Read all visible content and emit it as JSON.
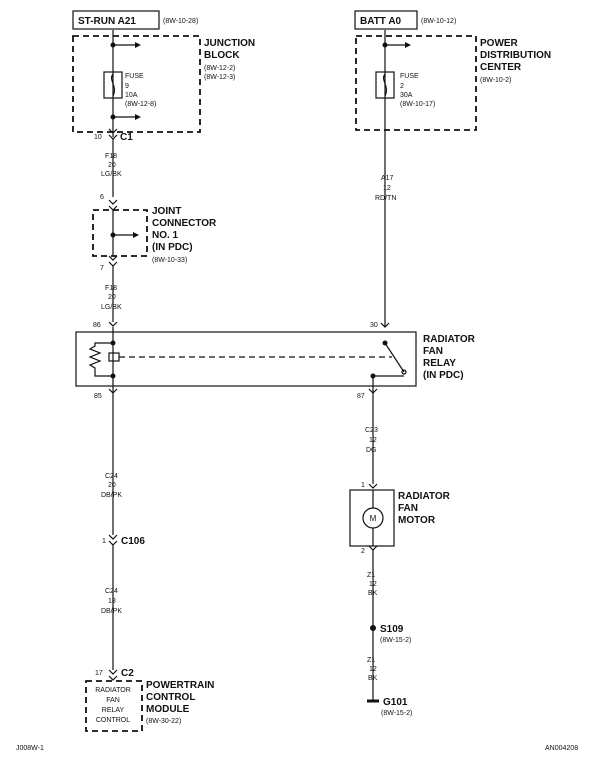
{
  "circuits": {
    "st_run": {
      "label": "ST-RUN A21",
      "ref": "(8W-10-28)"
    },
    "batt": {
      "label": "BATT A0",
      "ref": "(8W-10-12)"
    }
  },
  "junction_block": {
    "title": [
      "JUNCTION",
      "BLOCK"
    ],
    "refs": [
      "(8W-12-2)",
      "(8W-12-3)"
    ],
    "fuse": [
      "FUSE",
      "9",
      "10A",
      "(8W-12-8)"
    ],
    "pin": "10",
    "connector": "C1"
  },
  "pdc": {
    "title": [
      "POWER",
      "DISTRIBUTION",
      "CENTER"
    ],
    "ref": "(8W-10-2)",
    "fuse": [
      "FUSE",
      "2",
      "30A",
      "(8W-10-17)"
    ]
  },
  "wires": {
    "f18_upper": [
      "F18",
      "20",
      "LG/BK"
    ],
    "f18_lower": [
      "F18",
      "20",
      "LG/BK"
    ],
    "a17": [
      "A17",
      "12",
      "RD/TN"
    ],
    "c24_upper": [
      "C24",
      "20",
      "DB/PK"
    ],
    "c24_lower": [
      "C24",
      "18",
      "DB/PK"
    ],
    "c23": [
      "C23",
      "12",
      "DG"
    ],
    "z1_upper": [
      "Z1",
      "12",
      "BK"
    ],
    "z1_lower": [
      "Z1",
      "12",
      "BK"
    ]
  },
  "joint_connector": {
    "title": [
      "JOINT",
      "CONNECTOR",
      "NO. 1",
      "(IN PDC)"
    ],
    "ref": "(8W-10-33)",
    "pin_top": "6",
    "pin_bottom": "7"
  },
  "relay": {
    "title": [
      "RADIATOR",
      "FAN",
      "RELAY",
      "(IN PDC)"
    ],
    "pins": {
      "p86": "86",
      "p30": "30",
      "p85": "85",
      "p87": "87"
    }
  },
  "c106": {
    "pin": "1",
    "label": "C106"
  },
  "fan_motor": {
    "title": [
      "RADIATOR",
      "FAN",
      "MOTOR"
    ],
    "symbol": "M",
    "pin_top": "1",
    "pin_bottom": "2"
  },
  "splice": {
    "label": "S109",
    "ref": "(8W-15-2)"
  },
  "ground": {
    "label": "G101",
    "ref": "(8W-15-2)"
  },
  "pcm": {
    "pin": "17",
    "connector": "C2",
    "inner": [
      "RADIATOR",
      "FAN",
      "RELAY",
      "CONTROL"
    ],
    "title": [
      "POWERTRAIN",
      "CONTROL",
      "MODULE"
    ],
    "ref": "(8W-30-22)"
  },
  "footer": {
    "left": "J008W-1",
    "right": "AN004208"
  }
}
